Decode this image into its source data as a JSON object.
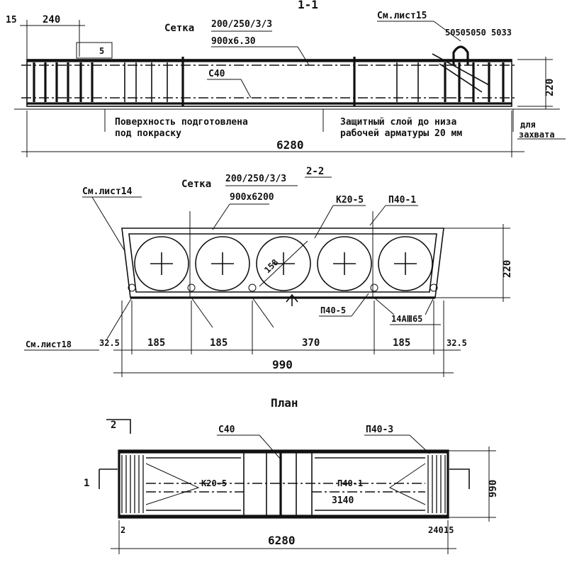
{
  "section_1_1": {
    "title": "1-1",
    "left_offset": "15",
    "left_dim": "240",
    "mesh_label": "Сетка",
    "mesh_spec": "200/250/3/3",
    "mesh_size": "900х6.30",
    "mesh_ref": "Cм.лист15",
    "right_dims": "50505050 5033",
    "small_dim": "5",
    "c_label": "С40",
    "height": "220",
    "note_surface": "Поверхность подготовлена под покраску",
    "note_cover": "Защитный слой до низа рабочей арматуры 20 мм",
    "note_lift": "для захвата",
    "length": "6280"
  },
  "section_2_2": {
    "title": "2-2",
    "mesh_label": "Сетка",
    "mesh_spec": "200/250/3/3",
    "mesh_size": "900х6200",
    "ref_left": "См.лист14",
    "ref_k": "К20-5",
    "ref_n1": "П40-1",
    "ref_n5": "П40-5",
    "hole_dia": "158",
    "bars": "14АⅢ65",
    "ref_bottom": "См.лист18",
    "dims": [
      "32.5",
      "185",
      "185",
      "370",
      "185",
      "32.5"
    ],
    "width": "990",
    "height": "220"
  },
  "plan": {
    "title": "План",
    "cut_2": "2",
    "cut_1": "1",
    "c_label": "С40",
    "ref_n3": "П40-3",
    "ref_k": "К20-5",
    "ref_n1": "П40-1",
    "inner_dim": "3140",
    "width": "990",
    "left_dim": "2",
    "end_dims": "240",
    "end_offset": "15",
    "length": "6280"
  }
}
